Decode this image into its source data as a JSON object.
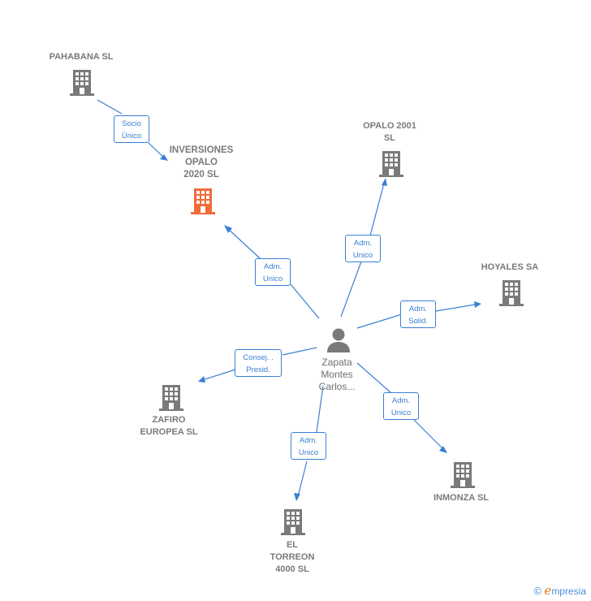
{
  "nodes": {
    "pahabana": "PAHABANA  SL",
    "inversiones": "INVERSIONES\nOPALO\n2020  SL",
    "opalo2001": "OPALO 2001\nSL",
    "hoyales": "HOYALES SA",
    "zafiro": "ZAFIRO\nEUROPEA SL",
    "inmonza": "INMONZA SL",
    "torreon": "EL\nTORREON\n4000 SL",
    "person": "Zapata\nMontes\nCarlos..."
  },
  "edges": {
    "socio": "Socio\nÚnico",
    "adm_inversiones": "Adm.\nUnico",
    "adm_opalo": "Adm.\nUnico",
    "adm_hoyales": "Adm.\nSolid.",
    "consej": "Consej. .\nPresid.",
    "adm_torreon": "Adm.\nUnico",
    "adm_inmonza": "Adm.\nUnico"
  },
  "colors": {
    "highlight_company": "#f26b38",
    "company": "#7a7a7a",
    "edge": "#3a7fd5"
  },
  "footer": {
    "copyright": "©",
    "brand_initial": "e",
    "brand_rest": "mpresia"
  }
}
